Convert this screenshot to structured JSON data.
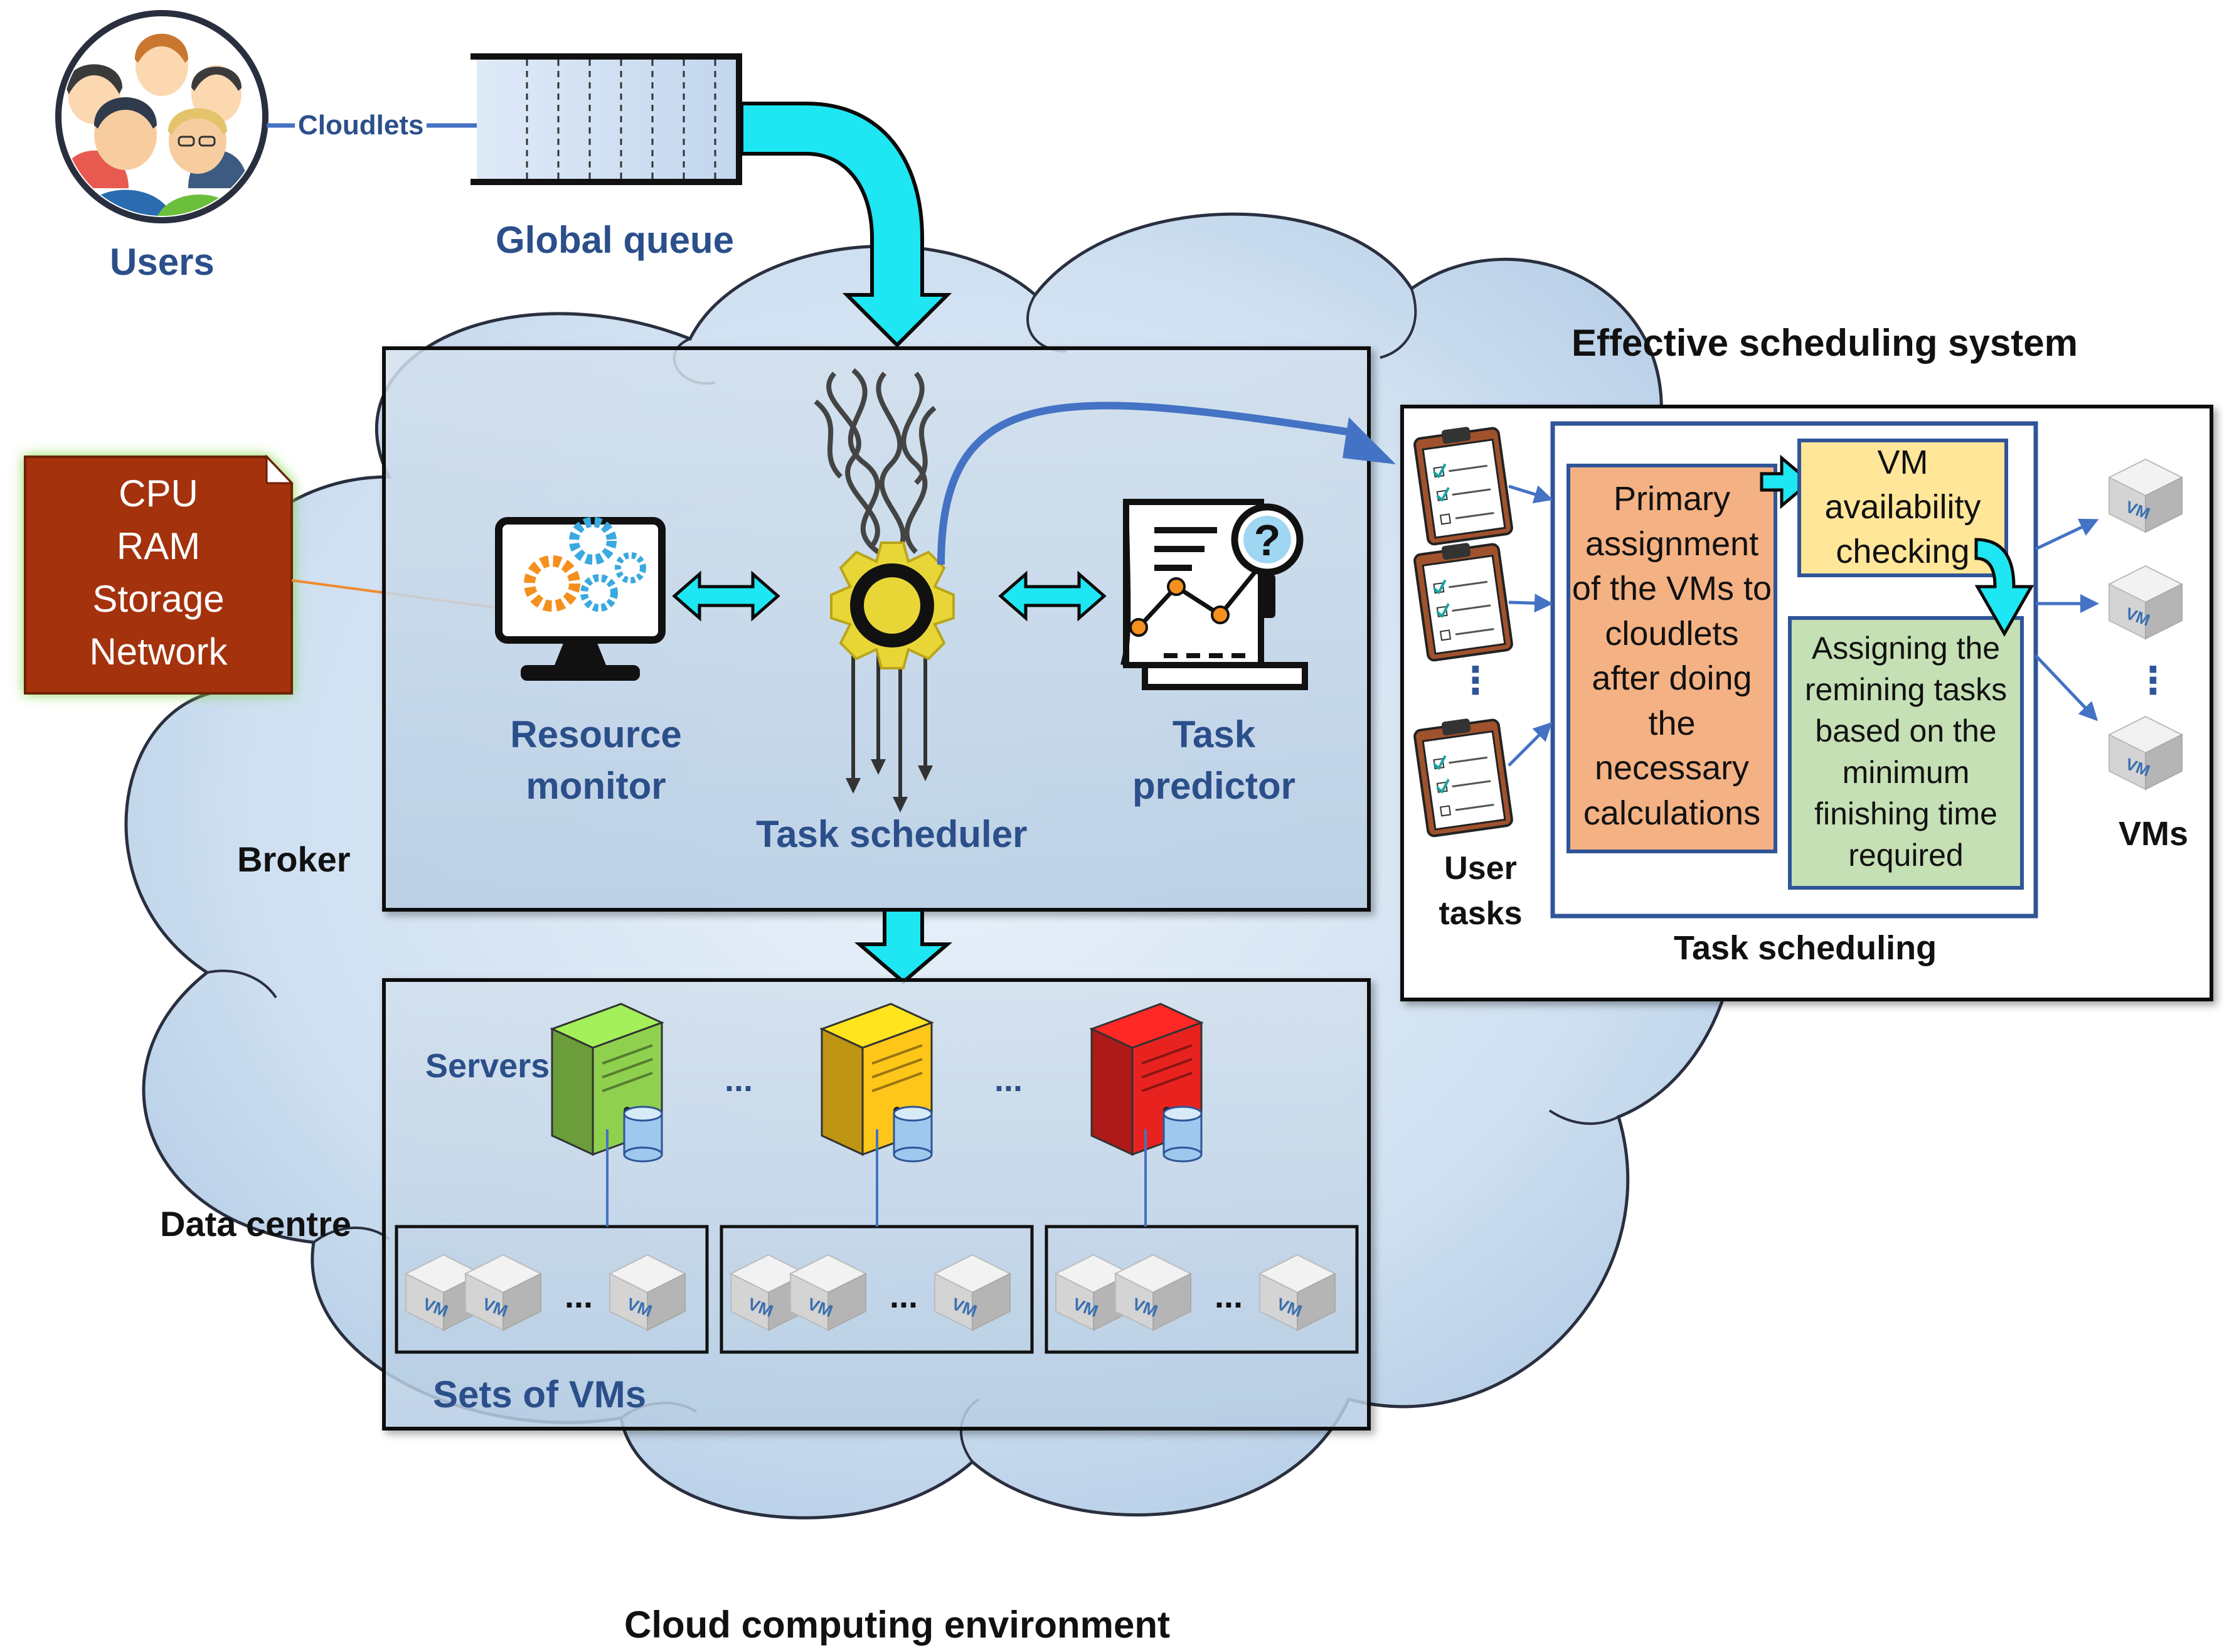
{
  "users": {
    "label": "Users",
    "arrow_label": "Cloudlets"
  },
  "queue": {
    "label": "Global queue"
  },
  "resources": {
    "lines": [
      "CPU",
      "RAM",
      "Storage",
      "Network"
    ]
  },
  "broker": {
    "label": "Broker",
    "resource_monitor": "Resource monitor",
    "task_scheduler": "Task scheduler",
    "task_predictor": "Task predictor"
  },
  "datacentre": {
    "label": "Data centre",
    "servers_label": "Servers",
    "ellipsis": "...",
    "sets_label": "Sets of VMs",
    "vm_badge": "VM",
    "server_colors": [
      "#8fd14f",
      "#ffc61a",
      "#e8231f"
    ]
  },
  "ess": {
    "title": "Effective scheduling system",
    "user_tasks": "User tasks",
    "primary": "Primary assignment of the VMs to cloudlets after doing the necessary calculations",
    "vm_check": "VM availability checking",
    "assigning": "Assigning the remining tasks based on the minimum finishing time required",
    "task_scheduling": "Task scheduling",
    "vms": "VMs",
    "vertical_dots": "⋮"
  },
  "footer": {
    "label": "Cloud computing environment"
  },
  "colors": {
    "accent_cyan": "#1ee6f2",
    "label_blue": "#2b4f8a",
    "resource_box": "#a3320b",
    "primary_box": "#f4b183",
    "vm_check_box": "#ffe699",
    "assigning_box": "#c5e0b4",
    "cloud_fill": "#c9dcef"
  }
}
